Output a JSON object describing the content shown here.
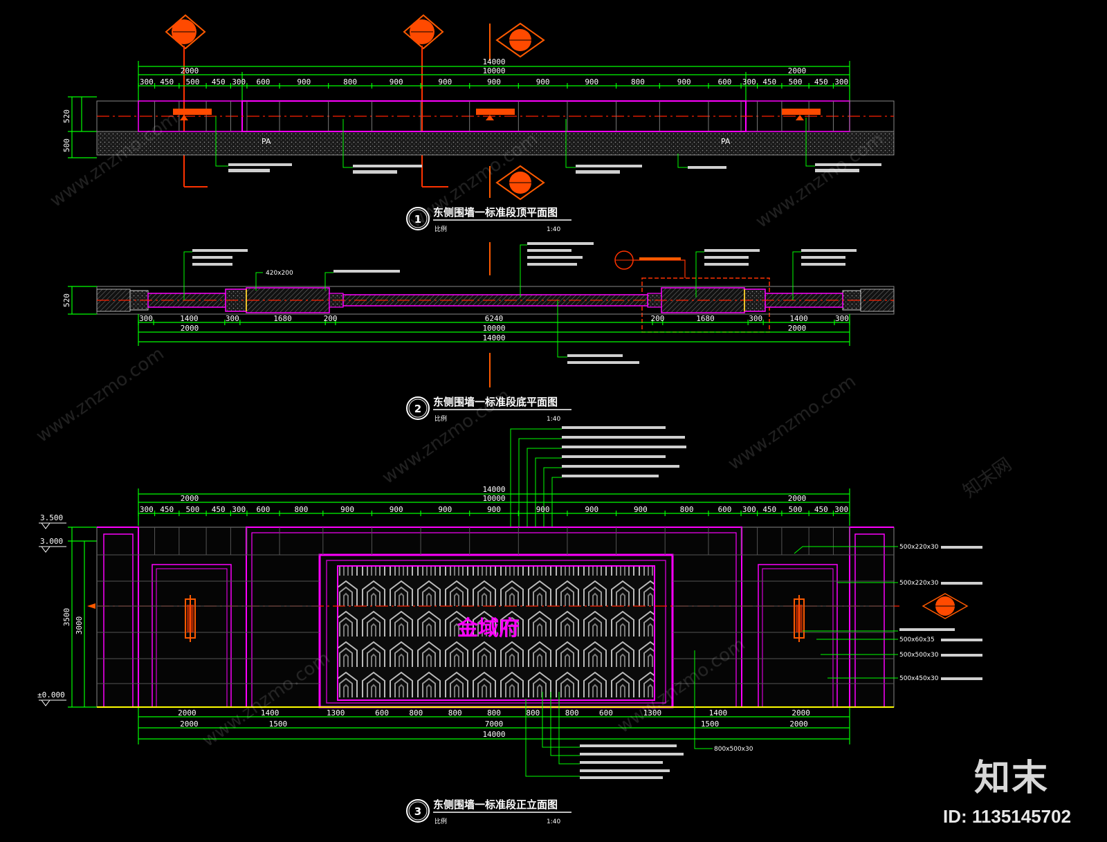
{
  "drawing_1": {
    "number": "1",
    "title": "东侧围墙一标准段顶平面图",
    "scale_label": "比例",
    "scale": "1:40",
    "dims_total": [
      "14000",
      "10000"
    ],
    "dims_top": [
      "2000",
      "2000"
    ],
    "dims_segments": [
      "300",
      "450",
      "500",
      "450",
      "300",
      "600",
      "900",
      "800",
      "900",
      "900",
      "900",
      "900",
      "900",
      "800",
      "900",
      "600",
      "300",
      "450",
      "500",
      "450",
      "300"
    ],
    "dims_left": [
      "520",
      "500"
    ],
    "material_label": "PA"
  },
  "drawing_2": {
    "number": "2",
    "title": "东侧围墙一标准段底平面图",
    "scale_label": "比例",
    "scale": "1:40",
    "dims_segments": [
      "300",
      "1400",
      "300",
      "1680",
      "200",
      "6240",
      "200",
      "1680",
      "300",
      "1400",
      "300"
    ],
    "dims_mid": [
      "2000",
      "10000",
      "2000"
    ],
    "dims_total": "14000",
    "dims_left": "520",
    "callout_420": "420x200"
  },
  "drawing_3": {
    "number": "3",
    "title": "东侧围墙一标准段正立面图",
    "scale_label": "比例",
    "scale": "1:40",
    "dims_total": [
      "14000",
      "10000"
    ],
    "dims_top": [
      "2000",
      "2000"
    ],
    "dims_segments": [
      "300",
      "450",
      "500",
      "450",
      "300",
      "600",
      "800",
      "900",
      "900",
      "900",
      "900",
      "900",
      "900",
      "900",
      "800",
      "600",
      "300",
      "450",
      "500",
      "450",
      "300"
    ],
    "dims_bottom_a": [
      "2000",
      "1400",
      "1300",
      "600",
      "800",
      "800",
      "800",
      "800",
      "800",
      "600",
      "1300",
      "1400",
      "2000"
    ],
    "dims_bottom_b": [
      "2000",
      "1500",
      "7000",
      "1500",
      "2000"
    ],
    "dims_bottom_total": "14000",
    "elevations": [
      "3.500",
      "3.000",
      "±0.000"
    ],
    "dims_left": [
      "3500",
      "3000"
    ],
    "gate_sign": "金域府",
    "side_notes": [
      "500x220x30",
      "500x220x30",
      "500x60x35",
      "500x500x30",
      "500x450x30"
    ],
    "bottom_note": "800x500x30"
  },
  "watermark": {
    "logo": "知末",
    "id_label": "ID: 1135145702",
    "site": "www.znzmo.com",
    "site_cn": "知末网"
  },
  "colors": {
    "green": "#00ff00",
    "magenta": "#ff00ff",
    "red": "#ff2000",
    "orange": "#ff6a00",
    "white": "#ffffff",
    "yellow": "#ffff00",
    "grey": "#8a8a8a"
  }
}
